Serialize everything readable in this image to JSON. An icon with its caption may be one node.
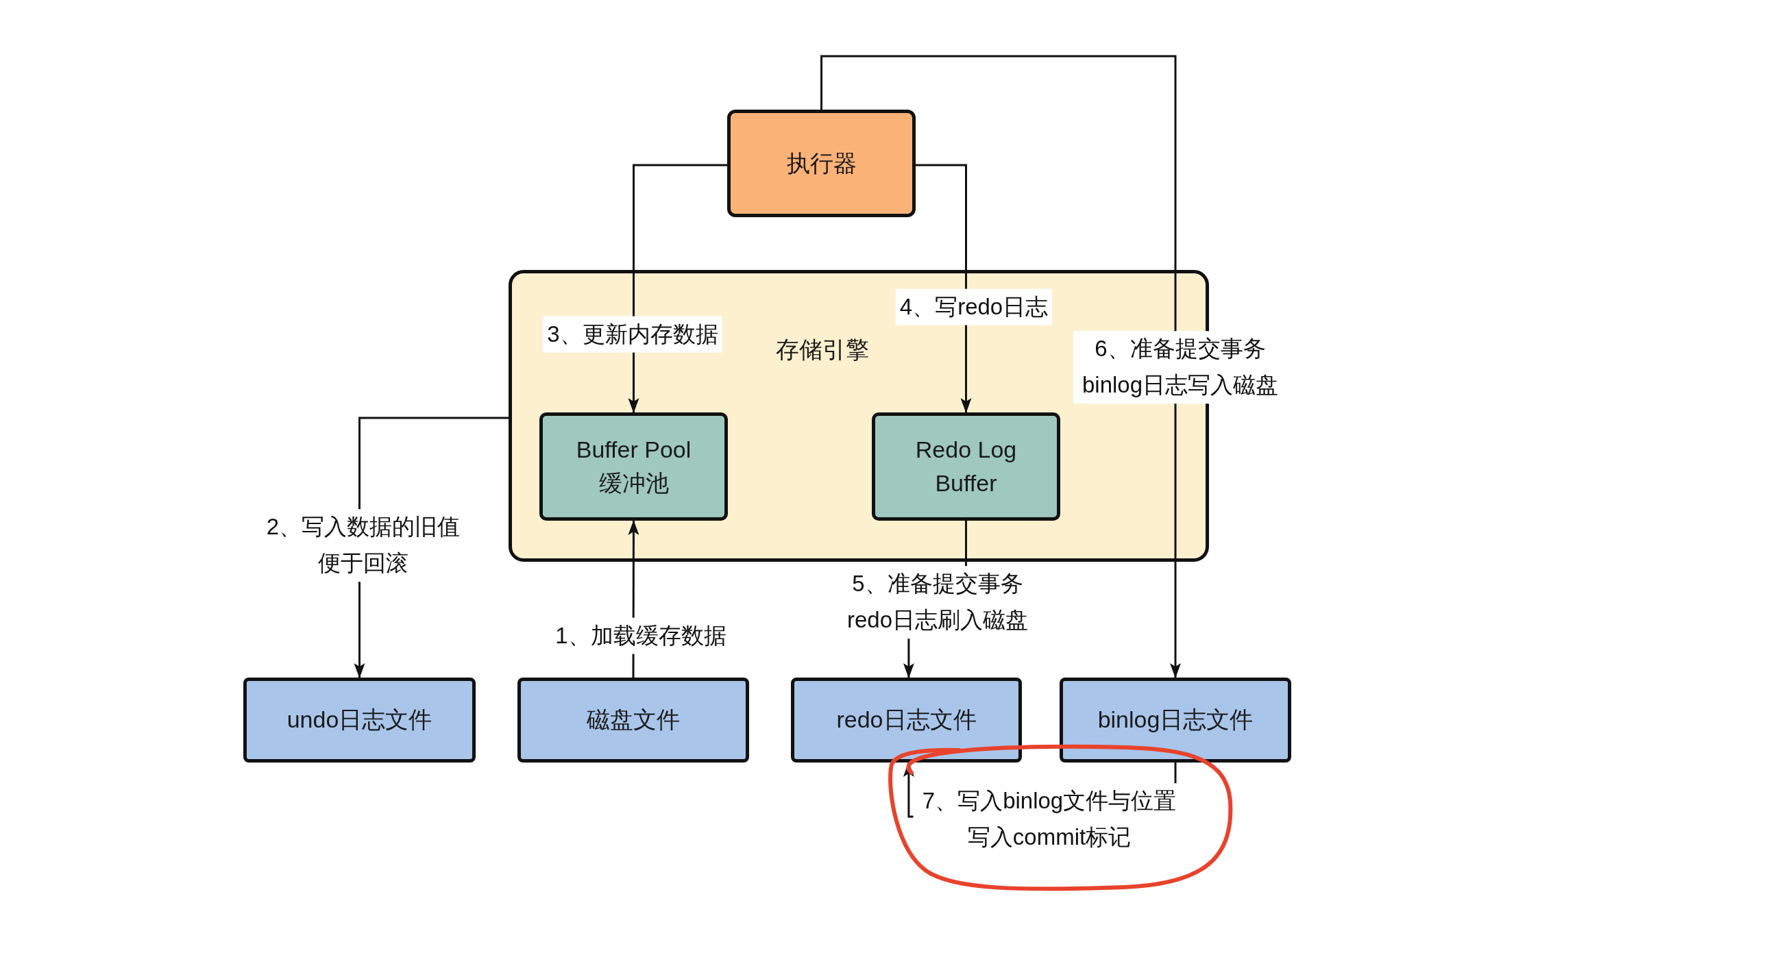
{
  "diagram": {
    "nodes": [
      {
        "text": [
          "执行器"
        ]
      },
      {
        "text": [
          "存储引擎"
        ]
      },
      {
        "text": [
          "Buffer Pool 缓冲池"
        ],
        "in": 1
      },
      {
        "text": [
          "Redo Log Buffer"
        ],
        "in": 1
      },
      {
        "text": [
          "undo日志文件"
        ]
      },
      {
        "text": [
          "磁盘文件"
        ]
      },
      {
        "text": [
          "redo日志文件"
        ]
      },
      {
        "text": [
          "binlog日志文件"
        ]
      }
    ],
    "edges": [
      {
        "from": 5,
        "to": 2,
        "arrow": "to",
        "label": "1、加载缓存数据"
      },
      {
        "from": 1,
        "to": 4,
        "arrow": "to",
        "label": "2、写入数据的旧值便于回滚"
      },
      {
        "from": 0,
        "to": 2,
        "arrow": "to",
        "label": "3、更新内存数据"
      },
      {
        "from": 0,
        "to": 3,
        "arrow": "to",
        "label": "4、写redo日志"
      },
      {
        "from": 3,
        "to": 6,
        "arrow": "to",
        "label": "5、准备提交事务 redo日志刷入磁盘"
      },
      {
        "from": 0,
        "to": 7,
        "arrow": "to",
        "label": "6、准备提交事务 binlog日志写入磁盘"
      },
      {
        "from": 7,
        "to": 6,
        "arrow": "to",
        "label": "7、写入binlog文件与位置写入commit标记"
      }
    ]
  }
}
